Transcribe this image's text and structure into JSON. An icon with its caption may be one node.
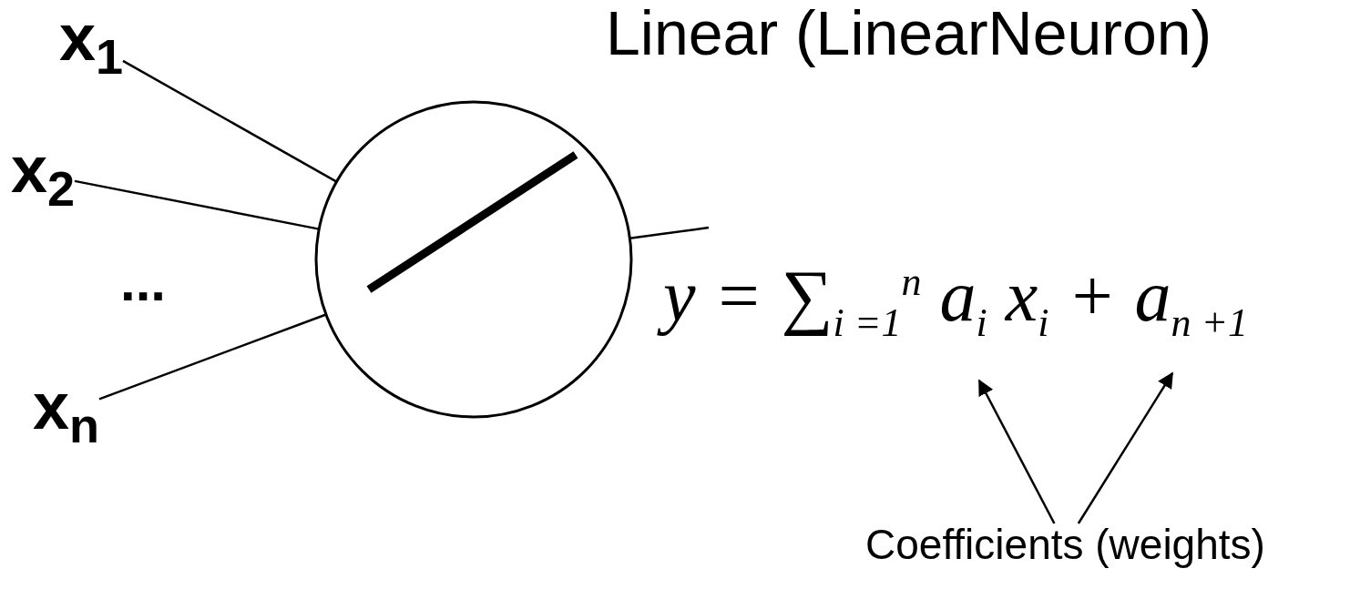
{
  "diagram": {
    "title": "Linear (LinearNeuron)",
    "nodes": [
      {
        "text": [
          "x$_{1}$"
        ]
      },
      {
        "text": [
          "x$_{2}$"
        ]
      },
      {
        "text": [
          "x$_{n}$"
        ]
      },
      {
        "text": [],
        "shape": "circle"
      },
      {
        "text": [
          "Coefficients (weights)"
        ]
      }
    ],
    "edges": [
      {
        "from": 0,
        "to": 3,
        "arrow": "none"
      },
      {
        "from": 1,
        "to": 3,
        "arrow": "none"
      },
      {
        "from": 2,
        "to": 3,
        "arrow": "none"
      },
      {
        "from": 3,
        "to": null,
        "arrow": "none"
      },
      {
        "from": 4,
        "to": null,
        "arrow": "to"
      },
      {
        "from": 4,
        "to": null,
        "arrow": "to"
      }
    ],
    "labels": [
      "...",
      "y = ∑$_{i =1}$$^{n}$ a$_{i}$ x$_{i}$ + a$_{n +1}$"
    ]
  }
}
